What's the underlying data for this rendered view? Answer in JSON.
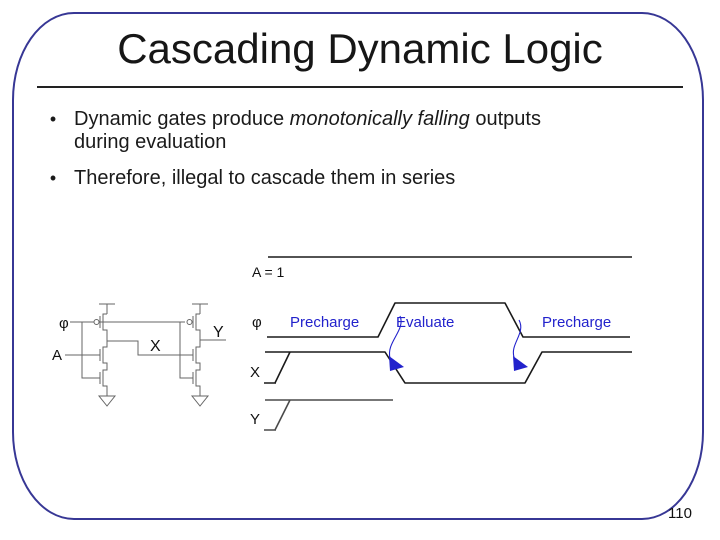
{
  "slide": {
    "title": "Cascading Dynamic Logic",
    "page_number": "110"
  },
  "bullets": [
    {
      "marker": "•",
      "pre": "Dynamic gates produce ",
      "emphasis": "monotonically falling",
      "post": " outputs during evaluation"
    },
    {
      "marker": "•",
      "pre": "Therefore, illegal to cascade them in series",
      "emphasis": "",
      "post": ""
    }
  ],
  "circuit": {
    "phi_label": "φ",
    "input_label": "A",
    "node_label": "X",
    "output_label": "Y"
  },
  "timing": {
    "input_annotation": "A = 1",
    "phi_label": "φ",
    "x_label": "X",
    "y_label": "Y",
    "phase_labels": [
      "Precharge",
      "Evaluate",
      "Precharge"
    ]
  },
  "colors": {
    "border": "#373795",
    "phase_text": "#2222CC",
    "waveform": "#1a1a1a",
    "circuit_stroke": "#666666"
  }
}
